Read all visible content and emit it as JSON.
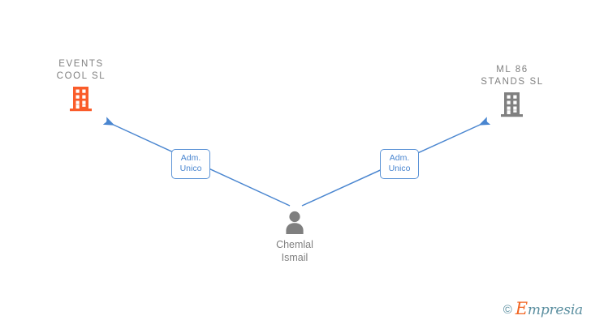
{
  "graph": {
    "background_color": "#ffffff",
    "edge_color": "#4a86d0",
    "nodes": [
      {
        "id": "events-cool",
        "type": "company",
        "label": "EVENTS\nCOOL  SL",
        "icon": "building-icon",
        "icon_color": "#fa5c2a",
        "label_color": "#808080"
      },
      {
        "id": "ml86-stands",
        "type": "company",
        "label": "ML 86\nSTANDS SL",
        "icon": "building-icon",
        "icon_color": "#808080",
        "label_color": "#808080"
      },
      {
        "id": "chemlal-ismail",
        "type": "person",
        "label": "Chemlal\nIsmail",
        "icon": "person-icon",
        "icon_color": "#7f7f7f",
        "label_color": "#808080"
      }
    ],
    "edges": [
      {
        "id": "edge-left",
        "from": "chemlal-ismail",
        "to": "events-cool",
        "label": "Adm.\nUnico",
        "color": "#4a86d0"
      },
      {
        "id": "edge-right",
        "from": "chemlal-ismail",
        "to": "ml86-stands",
        "label": "Adm.\nUnico",
        "color": "#4a86d0"
      }
    ]
  },
  "watermark": {
    "copyright": "©",
    "brand_initial": "E",
    "brand_rest": "mpresia",
    "initial_color": "#f26522",
    "text_color": "#5b8fa0"
  }
}
